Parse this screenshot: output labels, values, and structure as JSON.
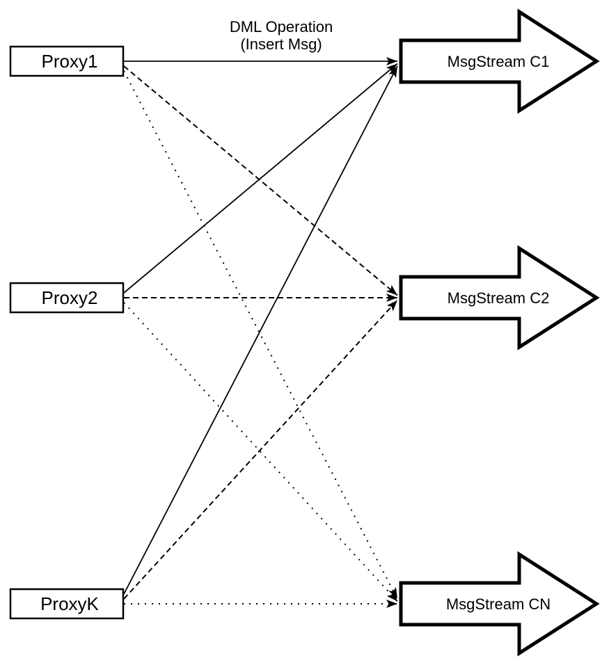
{
  "diagram": {
    "title_line1": "DML Operation",
    "title_line2": "(Insert Msg)",
    "colors": {
      "background": "#ffffff",
      "stroke": "#000000",
      "fill": "#ffffff"
    },
    "proxies": [
      {
        "id": "proxy1",
        "label": "Proxy1"
      },
      {
        "id": "proxy2",
        "label": "Proxy2"
      },
      {
        "id": "proxyK",
        "label": "ProxyK"
      }
    ],
    "streams": [
      {
        "id": "c1",
        "label": "MsgStream C1"
      },
      {
        "id": "c2",
        "label": "MsgStream C2"
      },
      {
        "id": "cn",
        "label": "MsgStream CN"
      }
    ],
    "edges": [
      {
        "from": "proxy1",
        "to": "c1",
        "style": "solid"
      },
      {
        "from": "proxy1",
        "to": "c2",
        "style": "dashed"
      },
      {
        "from": "proxy1",
        "to": "cn",
        "style": "dotted"
      },
      {
        "from": "proxy2",
        "to": "c1",
        "style": "solid"
      },
      {
        "from": "proxy2",
        "to": "c2",
        "style": "dashed"
      },
      {
        "from": "proxy2",
        "to": "cn",
        "style": "dotted"
      },
      {
        "from": "proxyK",
        "to": "c1",
        "style": "solid"
      },
      {
        "from": "proxyK",
        "to": "c2",
        "style": "dashed"
      },
      {
        "from": "proxyK",
        "to": "cn",
        "style": "dotted"
      }
    ]
  }
}
